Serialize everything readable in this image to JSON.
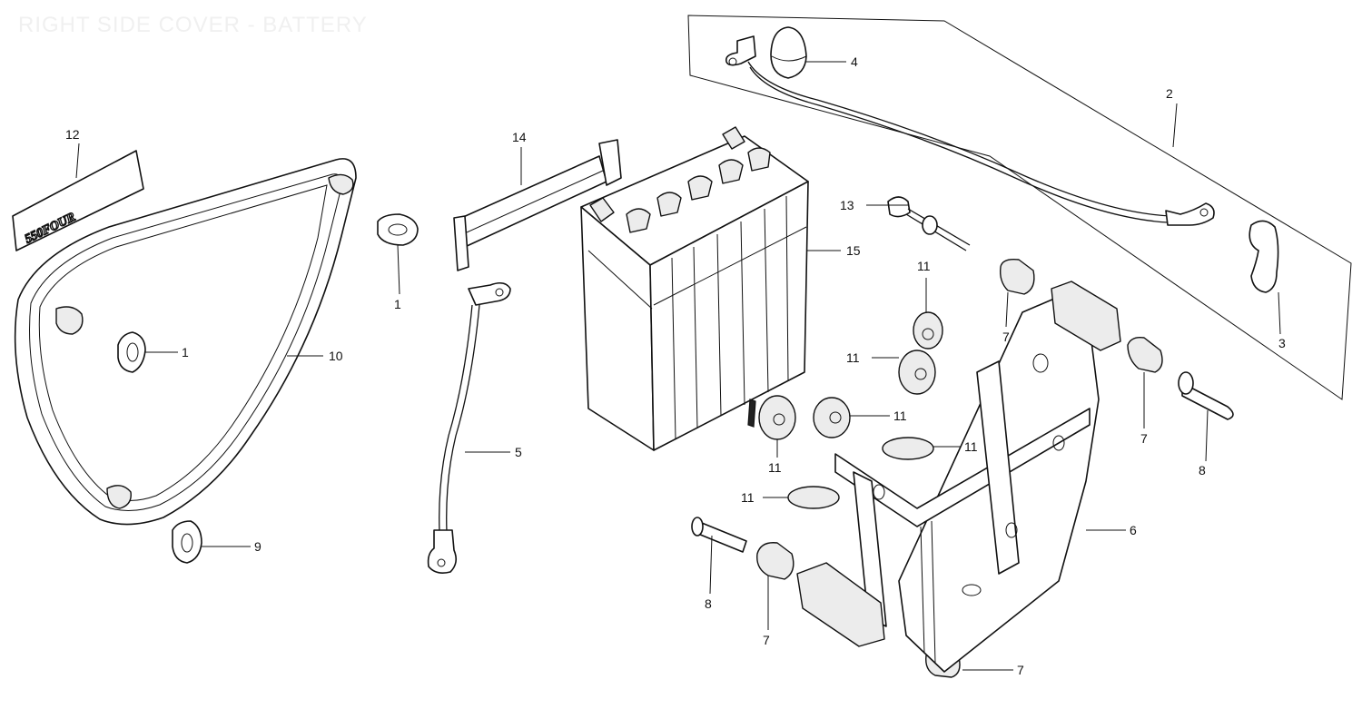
{
  "title": "RIGHT SIDE COVER - BATTERY",
  "emblem_text": "550FOUR",
  "callouts": {
    "c1a": "1",
    "c1b": "1",
    "c2": "2",
    "c3": "3",
    "c4": "4",
    "c5": "5",
    "c6": "6",
    "c7a": "7",
    "c7b": "7",
    "c7c": "7",
    "c7d": "7",
    "c8a": "8",
    "c8b": "8",
    "c9": "9",
    "c10": "10",
    "c11a": "11",
    "c11b": "11",
    "c11c": "11",
    "c11d": "11",
    "c11e": "11",
    "c11f": "11",
    "c12": "12",
    "c13": "13",
    "c14": "14",
    "c15": "15"
  }
}
